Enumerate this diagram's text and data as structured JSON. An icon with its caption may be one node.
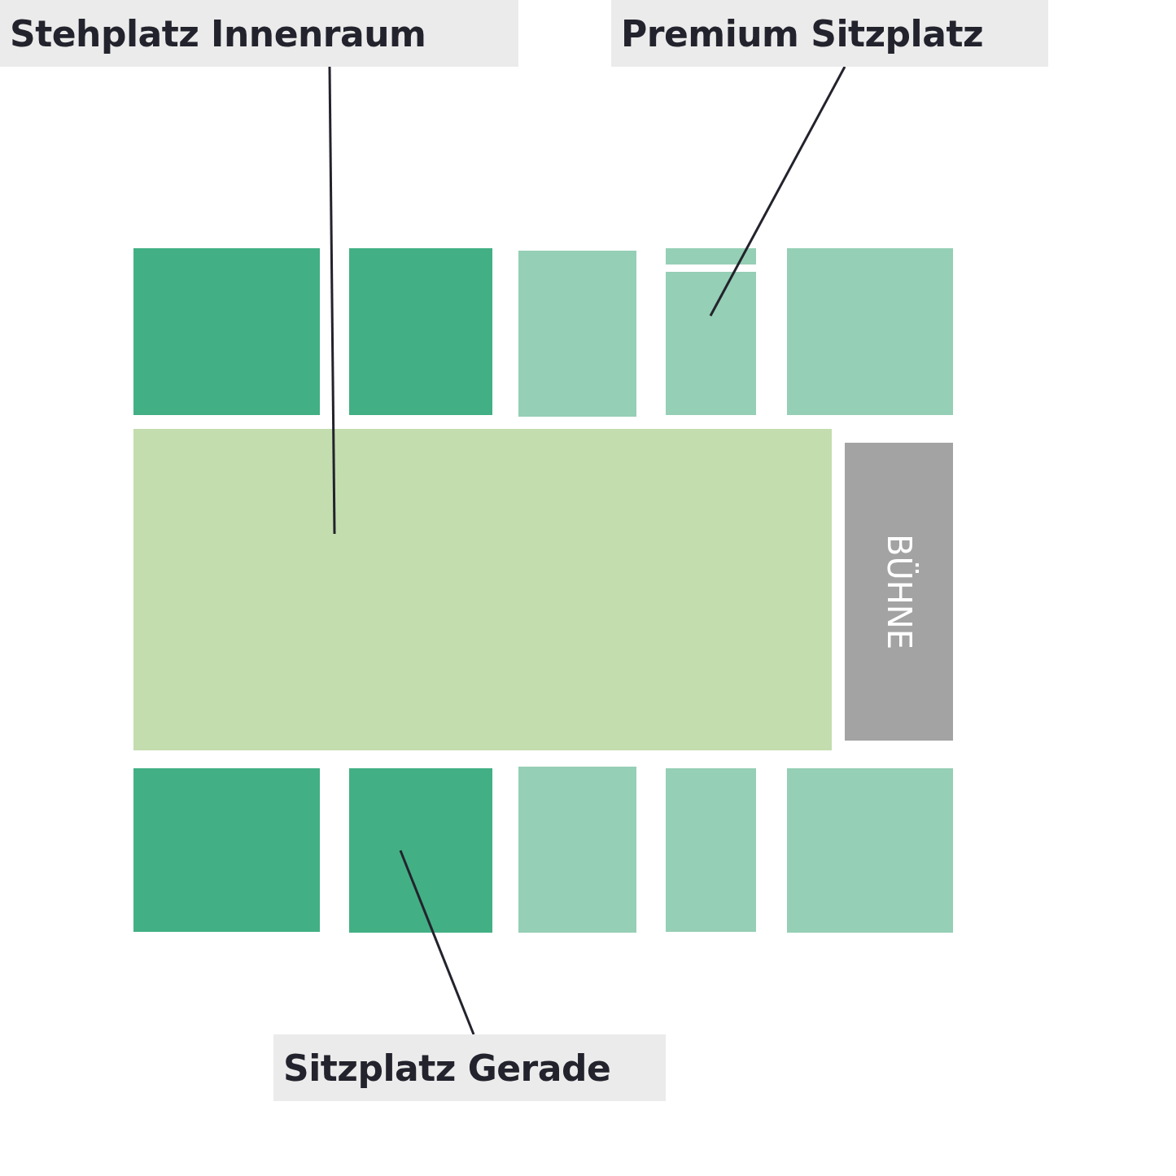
{
  "diagram": {
    "nodes": [
      {
        "text": [
          "Stehplatz Innenraum"
        ]
      },
      {
        "text": [
          "Premium Sitzplatz"
        ]
      },
      {
        "text": [],
        "shape": "box"
      },
      {
        "text": [],
        "shape": "box"
      },
      {
        "text": [],
        "shape": "box"
      },
      {
        "text": [],
        "shape": "box"
      },
      {
        "text": [],
        "shape": "box"
      },
      {
        "text": [],
        "shape": "box"
      },
      {
        "text": [],
        "shape": "box"
      },
      {
        "text": [
          "BÜHNE"
        ]
      },
      {
        "text": [],
        "shape": "box"
      },
      {
        "text": [],
        "shape": "box"
      },
      {
        "text": [],
        "shape": "box"
      },
      {
        "text": [],
        "shape": "box"
      },
      {
        "text": [],
        "shape": "box"
      },
      {
        "text": [
          "Sitzplatz Gerade"
        ]
      }
    ],
    "edges": [
      {
        "from": 0,
        "to": 8,
        "arrow": "none"
      },
      {
        "from": 1,
        "to": 6,
        "arrow": "none"
      },
      {
        "from": 15,
        "to": 11,
        "arrow": "none"
      }
    ]
  }
}
